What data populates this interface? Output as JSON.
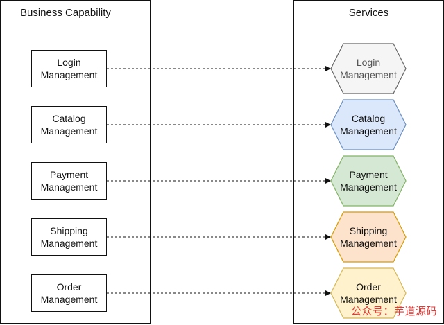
{
  "diagram": {
    "left_title": "Business Capability",
    "right_title": "Services",
    "capabilities": [
      "Login\nManagement",
      "Catalog\nManagement",
      "Payment\nManagement",
      "Shipping\nManagement",
      "Order\nManagement"
    ],
    "services": [
      {
        "label": "Login\nManagement",
        "fill": "#f5f5f5",
        "stroke": "#666666"
      },
      {
        "label": "Catalog\nManagement",
        "fill": "#dbe8fb",
        "stroke": "#6c8ebf"
      },
      {
        "label": "Payment\nManagement",
        "fill": "#d5e8d4",
        "stroke": "#82b366"
      },
      {
        "label": "Shipping\nManagement",
        "fill": "#fde3cc",
        "stroke": "#d79b00"
      },
      {
        "label": "Order\nManagement",
        "fill": "#fff2cc",
        "stroke": "#d6b656"
      }
    ]
  },
  "watermark": "公众号：芋道源码"
}
